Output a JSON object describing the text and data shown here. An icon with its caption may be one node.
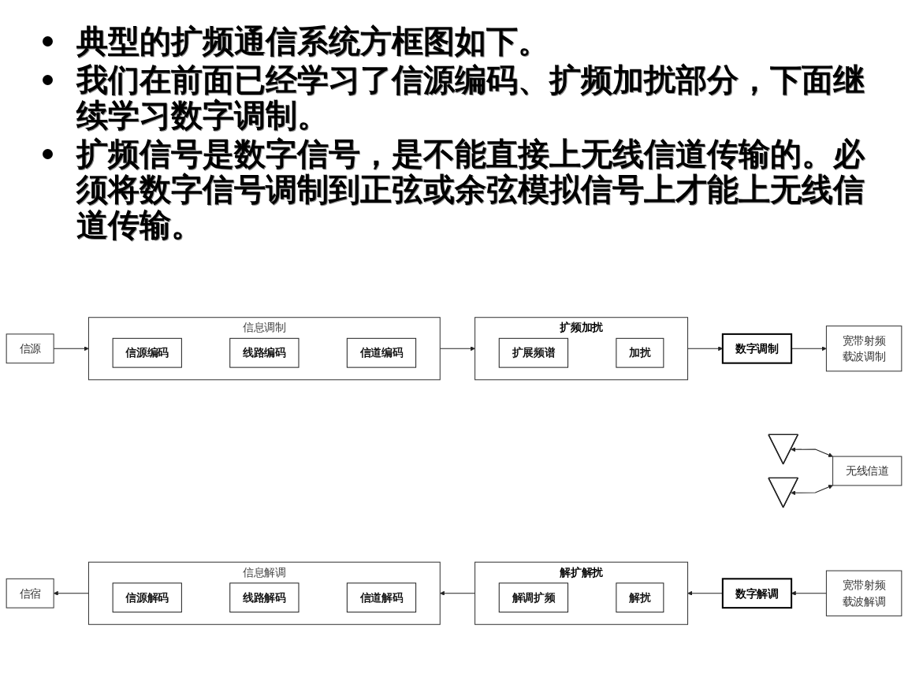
{
  "diagram": {
    "nodes": [
      {
        "text": [
          "信源"
        ]
      },
      {
        "text": [
          "信息调制"
        ]
      },
      {
        "text": [
          "信源编码"
        ],
        "in": 1
      },
      {
        "text": [
          "线路编码"
        ],
        "in": 1
      },
      {
        "text": [
          "信道编码"
        ],
        "in": 1
      },
      {
        "text": [
          "扩频加扰"
        ]
      },
      {
        "text": [
          "扩展频谱"
        ],
        "in": 5
      },
      {
        "text": [
          "加扰"
        ],
        "in": 5
      },
      {
        "text": [
          "数字调制"
        ]
      },
      {
        "text": [
          "宽带射频载波调制"
        ]
      },
      {
        "text": [],
        "shape": "antenna"
      },
      {
        "text": [
          "无线信道"
        ]
      },
      {
        "text": [],
        "shape": "antenna"
      },
      {
        "text": [
          "信宿"
        ]
      },
      {
        "text": [
          "信息解调"
        ]
      },
      {
        "text": [
          "信源解码"
        ],
        "in": 14
      },
      {
        "text": [
          "线路解码"
        ],
        "in": 14
      },
      {
        "text": [
          "信道解码"
        ],
        "in": 14
      },
      {
        "text": [
          "解扩解扰"
        ]
      },
      {
        "text": [
          "解调扩频"
        ],
        "in": 18
      },
      {
        "text": [
          "解扰"
        ],
        "in": 18
      },
      {
        "text": [
          "数字解调"
        ]
      },
      {
        "text": [
          "宽带射频载波解调"
        ]
      }
    ],
    "edges": [
      {
        "from": 0,
        "to": 1,
        "arrow": "to"
      },
      {
        "from": 1,
        "to": 5,
        "arrow": "to"
      },
      {
        "from": 5,
        "to": 8,
        "arrow": "to"
      },
      {
        "from": 8,
        "to": 9,
        "arrow": "to"
      },
      {
        "from": 10,
        "to": 11,
        "arrow": "both"
      },
      {
        "from": 12,
        "to": 11,
        "arrow": "both"
      },
      {
        "from": 22,
        "to": 21,
        "arrow": "to"
      },
      {
        "from": 21,
        "to": 18,
        "arrow": "to"
      },
      {
        "from": 18,
        "to": 14,
        "arrow": "to"
      },
      {
        "from": 14,
        "to": 13,
        "arrow": "to"
      }
    ],
    "labels": [
      "典型的扩频通信系统方框图如下。",
      "我们在前面已经学习了信源编码、扩频加扰部分，下面继续学习数字调制。",
      "扩频信号是数字信号，是不能直接上无线信道传输的。必须将数字信号调制到正弦或余弦模拟信号上才能上无线信道传输。"
    ]
  }
}
